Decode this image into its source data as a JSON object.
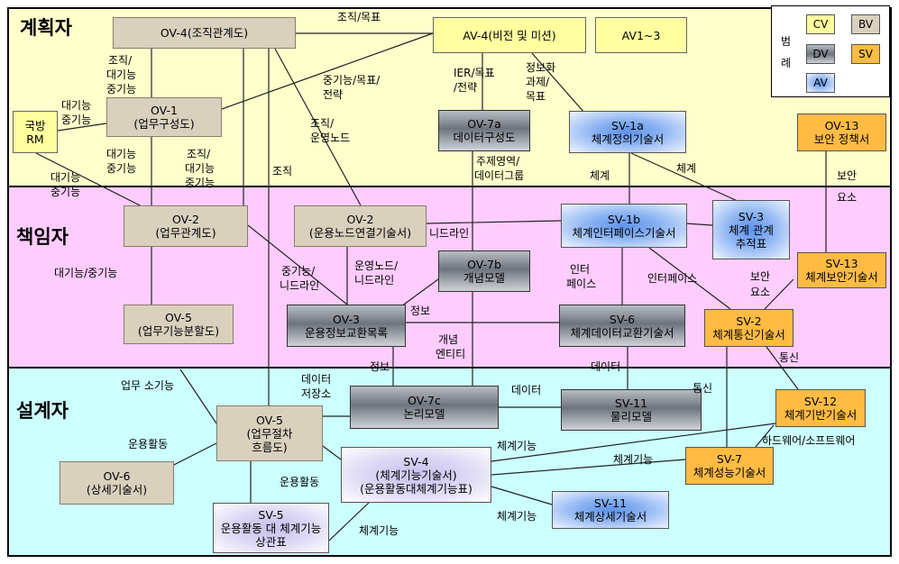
{
  "bands": {
    "planner": "계획자",
    "owner": "책임자",
    "designer": "설계자"
  },
  "legend": {
    "title_1": "범",
    "title_2": "례",
    "cv": "CV",
    "bv": "BV",
    "dv": "DV",
    "sv": "SV",
    "av": "AV"
  },
  "nodes": {
    "ov4": "OV-4(조직관계도)",
    "av4": "AV-4(비전 및 미션)",
    "av13": "AV1~3",
    "rm_1": "국방",
    "rm_2": "RM",
    "ov1_1": "OV-1",
    "ov1_2": "(업무구성도)",
    "ov7a_1": "OV-7a",
    "ov7a_2": "데이터구성도",
    "sv1a_1": "SV-1a",
    "sv1a_2": "체계정의기술서",
    "ov13_1": "OV-13",
    "ov13_2": "보안 정책서",
    "ov2a_1": "OV-2",
    "ov2a_2": "(업무관계도)",
    "ov2b_1": "OV-2",
    "ov2b_2": "(운용노드연결기술서)",
    "sv1b_1": "SV-1b",
    "sv1b_2": "체계인터페이스기술서",
    "sv3_1": "SV-3",
    "sv3_2": "체계 관계",
    "sv3_3": "추적표",
    "ov7b_1": "OV-7b",
    "ov7b_2": "개념모델",
    "sv13_1": "SV-13",
    "sv13_2": "체계보안기술서",
    "ov5a_1": "OV-5",
    "ov5a_2": "(업무기능분할도)",
    "ov3_1": "OV-3",
    "ov3_2": "운용정보교환목록",
    "sv6_1": "SV-6",
    "sv6_2": "체계데이터교환기술서",
    "sv2_1": "SV-2",
    "sv2_2": "체계통신기술서",
    "ov7c_1": "OV-7c",
    "ov7c_2": "논리모델",
    "sv11a_1": "SV-11",
    "sv11a_2": "물리모델",
    "sv12_1": "SV-12",
    "sv12_2": "체계기반기술서",
    "ov5b_1": "OV-5",
    "ov5b_2": "(업무절차",
    "ov5b_3": "흐름도)",
    "ov6_1": "OV-6",
    "ov6_2": "(상세기술서)",
    "sv4_1": "SV-4",
    "sv4_2": "(체계기능기술서)",
    "sv4_3": "(운용활동대체계기능표)",
    "sv7_1": "SV-7",
    "sv7_2": "체계성능기술서",
    "sv11b_1": "SV-11",
    "sv11b_2": "체계상세기술서",
    "sv5_1": "SV-5",
    "sv5_2": "운용활동 대 체계기능",
    "sv5_3": "상관표"
  },
  "edge_labels": {
    "org_goal": "조직/목표",
    "ov4_ov1_1": "조직/",
    "ov4_ov1_2": "대기능",
    "ov4_ov1_3": "중기능",
    "rm_ov1_1": "대기능",
    "rm_ov1_2": "중기능",
    "ier_1": "IER/목표",
    "ier_2": "/전략",
    "info_1": "정보화",
    "info_2": "과제/",
    "info_3": "목표",
    "mid_goal_1": "중기능/목표/",
    "mid_goal_2": "전략",
    "org_node_1": "조직/",
    "org_node_2": "운영노드",
    "ov1_ov2_1": "대기능",
    "ov1_ov2_2": "중기능",
    "org_big_1": "조직/",
    "org_big_2": "대기능",
    "org_big_3": "중기능",
    "org": "조직",
    "rm_ov2_1": "대기능",
    "rm_ov2_2": "중기능",
    "subject_1": "주제영역/",
    "subject_2": "데이터그룹",
    "system_1": "체계",
    "system_2": "체계",
    "security_1": "보안",
    "security_2": "요소",
    "needline": "니드라인",
    "mid_needline_1": "중기능/",
    "mid_needline_2": "니드라인",
    "opnode_1": "운영노드/",
    "opnode_2": "니드라인",
    "big_mid": "대기능/중기능",
    "interface_1": "인터",
    "interface_2": "페이스",
    "interface_3": "인터페이스",
    "sec_elem_1": "보안",
    "sec_elem_2": "요소",
    "info_a": "정보",
    "info_b": "정보",
    "concept_1": "개념",
    "concept_2": "엔티티",
    "data_1": "데이터",
    "data_store_1": "데이터",
    "data_store_2": "저장소",
    "data_2": "데이터",
    "comm_1": "통신",
    "comm_2": "통신",
    "task_sub": "업무 소기능",
    "op_act_1": "운용활동",
    "op_act_2": "운용활동",
    "sysfunc_1": "체계기능",
    "sysfunc_2": "체계기능",
    "sysfunc_3": "체계기능",
    "sysfunc_4": "체계기능",
    "hw_sw": "하드웨어/소프트웨어"
  }
}
